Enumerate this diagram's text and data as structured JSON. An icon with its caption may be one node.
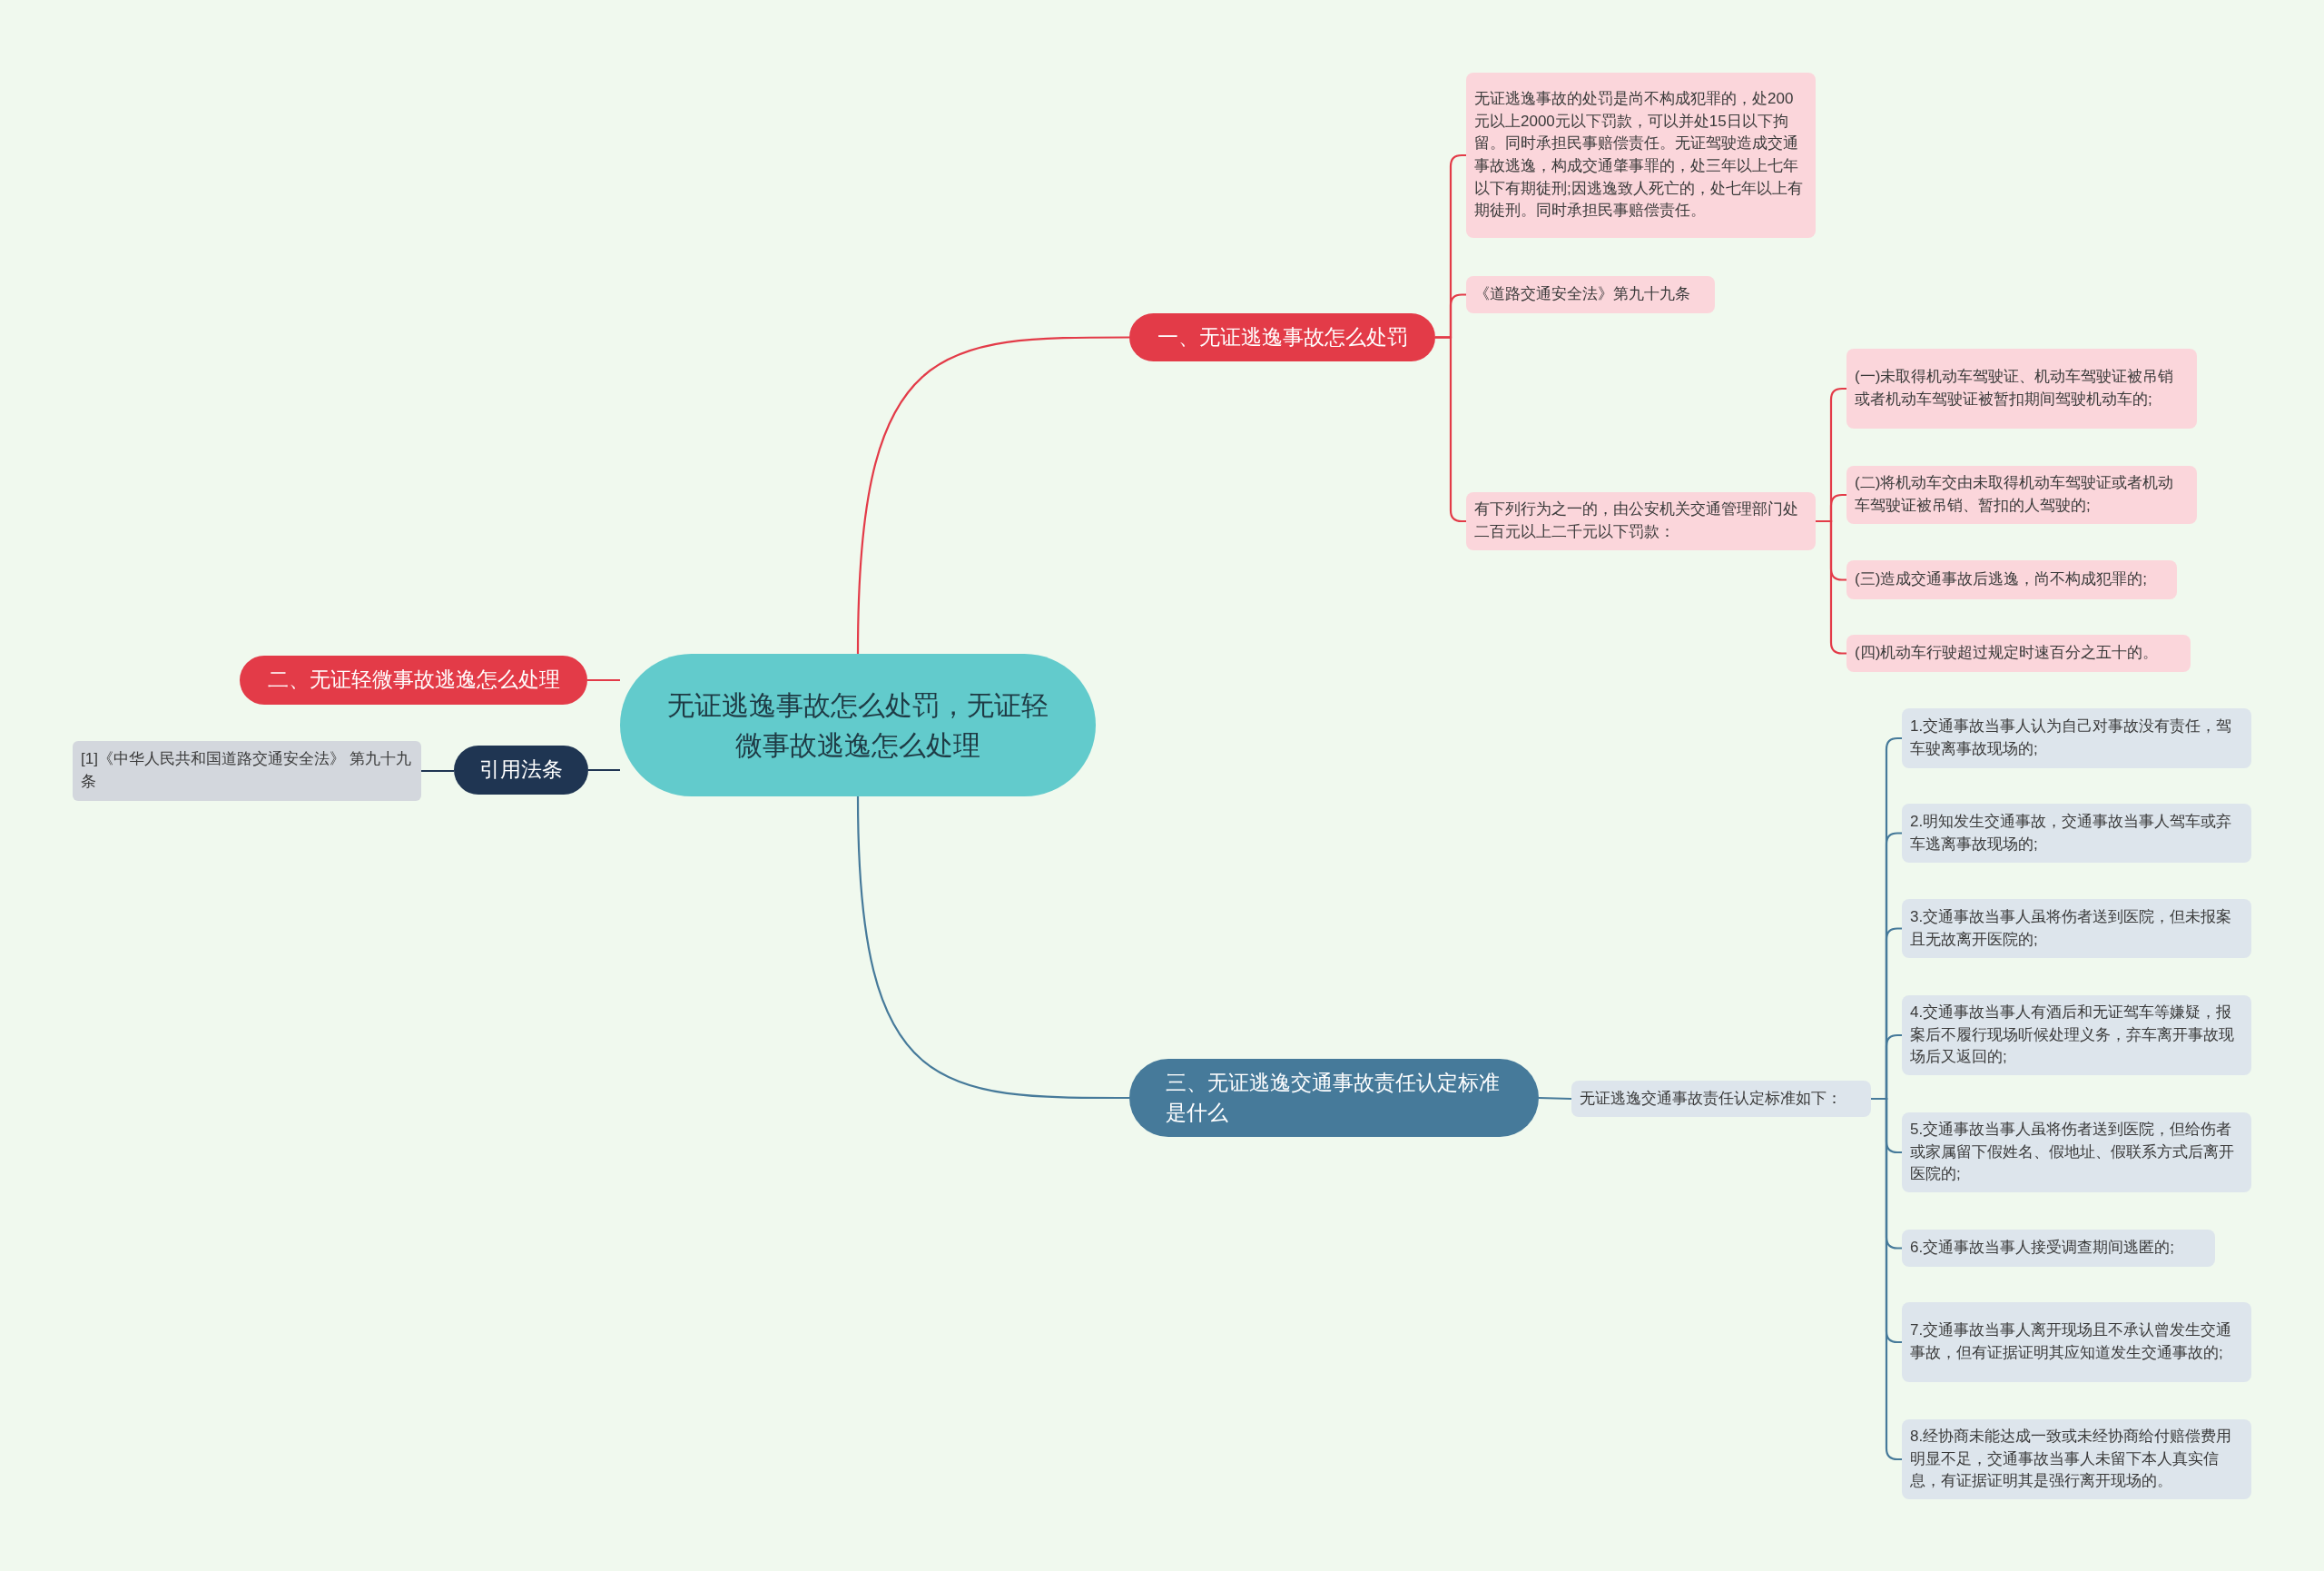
{
  "diagram": {
    "nodes": [
      {
        "text": [
          "无证逃逸事故怎么处罚，无证轻微事故逃逸怎么处理"
        ]
      },
      {
        "text": [
          "一、无证逃逸事故怎么处罚"
        ]
      },
      {
        "text": [
          "无证逃逸事故的处罚是尚不构成犯罪的，处200元以上2000元以下罚款，可以并处15日以下拘留。同时承担民事赔偿责任。无证驾驶造成交通事故逃逸，构成交通肇事罪的，处三年以上七年以下有期徒刑;因逃逸致人死亡的，处七年以上有期徒刑。同时承担民事赔偿责任。"
        ]
      },
      {
        "text": [
          "《道路交通安全法》第九十九条"
        ]
      },
      {
        "text": [
          "有下列行为之一的，由公安机关交通管理部门处二百元以上二千元以下罚款："
        ]
      },
      {
        "text": [
          "(一)未取得机动车驾驶证、机动车驾驶证被吊销或者机动车驾驶证被暂扣期间驾驶机动车的;"
        ]
      },
      {
        "text": [
          "(二)将机动车交由未取得机动车驾驶证或者机动车驾驶证被吊销、暂扣的人驾驶的;"
        ]
      },
      {
        "text": [
          "(三)造成交通事故后逃逸，尚不构成犯罪的;"
        ]
      },
      {
        "text": [
          "(四)机动车行驶超过规定时速百分之五十的。"
        ]
      },
      {
        "text": [
          "二、无证轻微事故逃逸怎么处理"
        ]
      },
      {
        "text": [
          "引用法条"
        ]
      },
      {
        "text": [
          "[1]《中华人民共和国道路交通安全法》 第九十九条"
        ]
      },
      {
        "text": [
          "三、无证逃逸交通事故责任认定标准是什么"
        ]
      },
      {
        "text": [
          "无证逃逸交通事故责任认定标准如下："
        ]
      },
      {
        "text": [
          "1.交通事故当事人认为自己对事故没有责任，驾车驶离事故现场的;"
        ]
      },
      {
        "text": [
          "2.明知发生交通事故，交通事故当事人驾车或弃车逃离事故现场的;"
        ]
      },
      {
        "text": [
          "3.交通事故当事人虽将伤者送到医院，但未报案且无故离开医院的;"
        ]
      },
      {
        "text": [
          "4.交通事故当事人有酒后和无证驾车等嫌疑，报案后不履行现场听候处理义务，弃车离开事故现场后又返回的;"
        ]
      },
      {
        "text": [
          "5.交通事故当事人虽将伤者送到医院，但给伤者或家属留下假姓名、假地址、假联系方式后离开医院的;"
        ]
      },
      {
        "text": [
          "6.交通事故当事人接受调查期间逃匿的;"
        ]
      },
      {
        "text": [
          "7.交通事故当事人离开现场且不承认曾发生交通事故，但有证据证明其应知道发生交通事故的;"
        ]
      },
      {
        "text": [
          "8.经协商未能达成一致或未经协商给付赔偿费用明显不足，交通事故当事人未留下本人真实信息，有证据证明其是强行离开现场的。"
        ]
      }
    ],
    "edges": [
      {
        "from": 0,
        "to": 1,
        "arrow": "none",
        "color": "#e33b48"
      },
      {
        "from": 1,
        "to": 2,
        "arrow": "none",
        "color": "#e33b48"
      },
      {
        "from": 1,
        "to": 3,
        "arrow": "none",
        "color": "#e33b48"
      },
      {
        "from": 1,
        "to": 4,
        "arrow": "none",
        "color": "#e33b48"
      },
      {
        "from": 4,
        "to": 5,
        "arrow": "none",
        "color": "#e33b48"
      },
      {
        "from": 4,
        "to": 6,
        "arrow": "none",
        "color": "#e33b48"
      },
      {
        "from": 4,
        "to": 7,
        "arrow": "none",
        "color": "#e33b48"
      },
      {
        "from": 4,
        "to": 8,
        "arrow": "none",
        "color": "#e33b48"
      },
      {
        "from": 0,
        "to": 9,
        "arrow": "none",
        "color": "#e33b48"
      },
      {
        "from": 0,
        "to": 10,
        "arrow": "none",
        "color": "#1f3552"
      },
      {
        "from": 10,
        "to": 11,
        "arrow": "none",
        "color": "#1f3552"
      },
      {
        "from": 0,
        "to": 12,
        "arrow": "none"
      },
      {
        "from": 12,
        "to": 13,
        "arrow": "none"
      },
      {
        "from": 13,
        "to": 14,
        "arrow": "none"
      },
      {
        "from": 13,
        "to": 15,
        "arrow": "none"
      },
      {
        "from": 13,
        "to": 16,
        "arrow": "none"
      },
      {
        "from": 13,
        "to": 17,
        "arrow": "none"
      },
      {
        "from": 13,
        "to": 18,
        "arrow": "none"
      },
      {
        "from": 13,
        "to": 19,
        "arrow": "none"
      },
      {
        "from": 13,
        "to": 20,
        "arrow": "none"
      },
      {
        "from": 13,
        "to": 21,
        "arrow": "none"
      }
    ]
  }
}
